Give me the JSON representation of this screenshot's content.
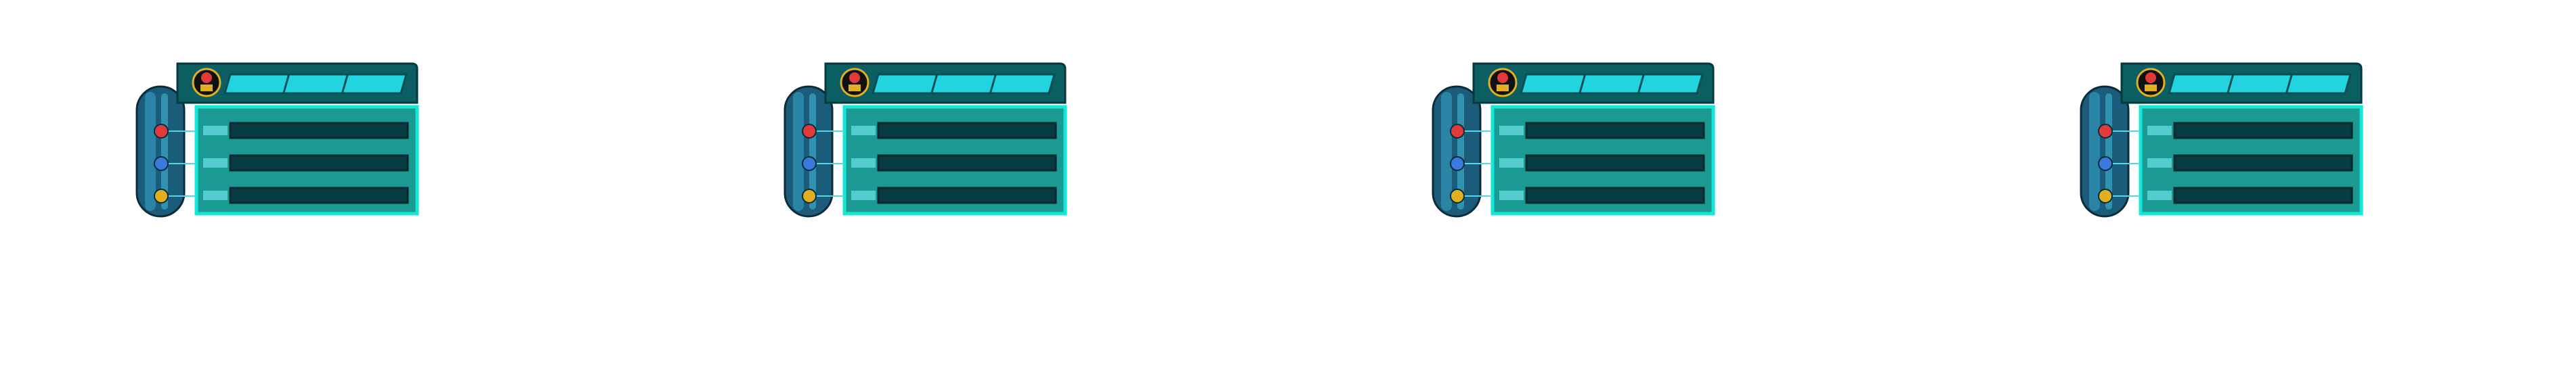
{
  "sheet": {
    "background": "#ffffff",
    "frame_count": 4
  },
  "frames": [
    {
      "id": "frame-1"
    },
    {
      "id": "frame-2"
    },
    {
      "id": "frame-3"
    },
    {
      "id": "frame-4"
    }
  ],
  "hud": {
    "colors": {
      "panel_dark": "#0b5f63",
      "panel_mid": "#1a9a93",
      "panel_border": "#12e8d8",
      "bar_cyan": "#22d3e0",
      "slot_dark": "#083c44",
      "capsule_dark": "#1a5c7a",
      "capsule_light": "#2e8fb0",
      "gem_red": "#e03a3a",
      "gem_blue": "#3a7ae0",
      "gem_gold": "#e0b020"
    },
    "header_bar_segments": 3,
    "stat_rows": 3,
    "icons": [
      "warrior-portrait-icon",
      "heart-gem-icon",
      "mana-gem-icon",
      "energy-gem-icon"
    ]
  }
}
